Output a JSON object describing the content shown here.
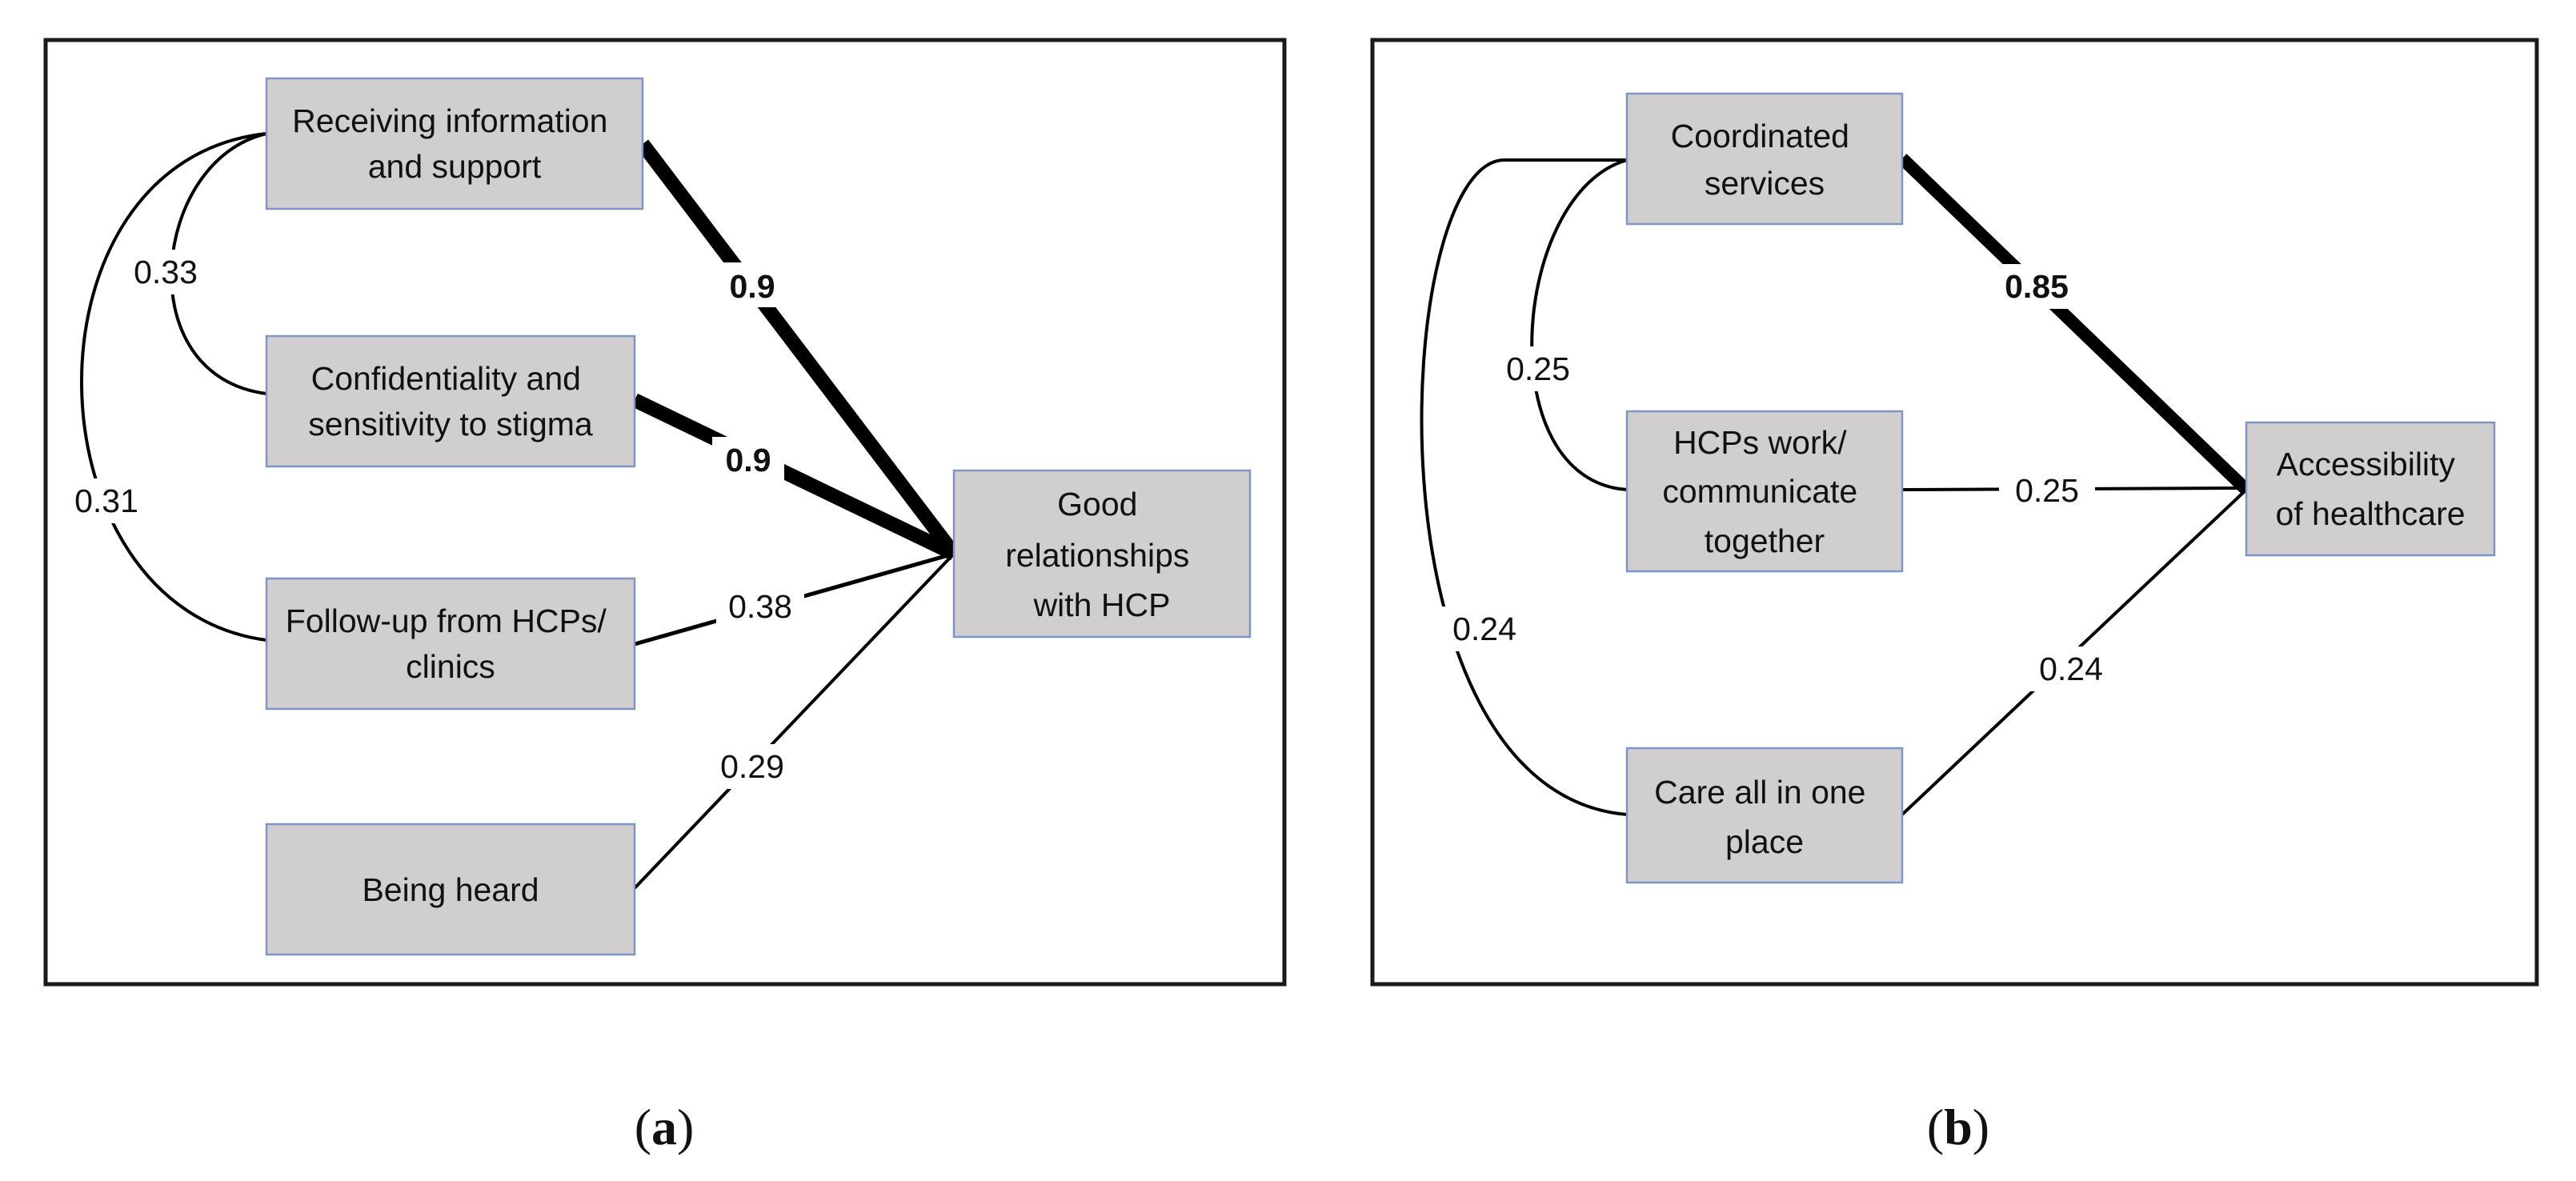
{
  "panels": [
    {
      "caption_letter": "a",
      "target": {
        "lines": [
          "Good",
          "relationships",
          "with HCP"
        ]
      },
      "sources": [
        {
          "lines": [
            "Receiving information",
            "and support"
          ],
          "path_coefficient": "0.9",
          "emphasis": "bold"
        },
        {
          "lines": [
            "Confidentiality and",
            "sensitivity to stigma"
          ],
          "path_coefficient": "0.9",
          "emphasis": "bold"
        },
        {
          "lines": [
            "Follow-up from HCPs/",
            "clinics"
          ],
          "path_coefficient": "0.38",
          "emphasis": "normal"
        },
        {
          "lines": [
            "Being heard"
          ],
          "path_coefficient": "0.29",
          "emphasis": "normal"
        }
      ],
      "correlations": [
        {
          "from": 1,
          "to": 0,
          "value": "0.33"
        },
        {
          "from": 2,
          "to": 0,
          "value": "0.31"
        }
      ]
    },
    {
      "caption_letter": "b",
      "target": {
        "lines": [
          "Accessibility",
          "of healthcare"
        ]
      },
      "sources": [
        {
          "lines": [
            "Coordinated",
            "services"
          ],
          "path_coefficient": "0.85",
          "emphasis": "bold"
        },
        {
          "lines": [
            "HCPs work/",
            "communicate",
            "together"
          ],
          "path_coefficient": "0.25",
          "emphasis": "normal"
        },
        {
          "lines": [
            "Care all in one",
            "place"
          ],
          "path_coefficient": "0.24",
          "emphasis": "normal"
        }
      ],
      "correlations": [
        {
          "from": 1,
          "to": 0,
          "value": "0.25"
        },
        {
          "from": 2,
          "to": 0,
          "value": "0.24"
        }
      ]
    }
  ]
}
